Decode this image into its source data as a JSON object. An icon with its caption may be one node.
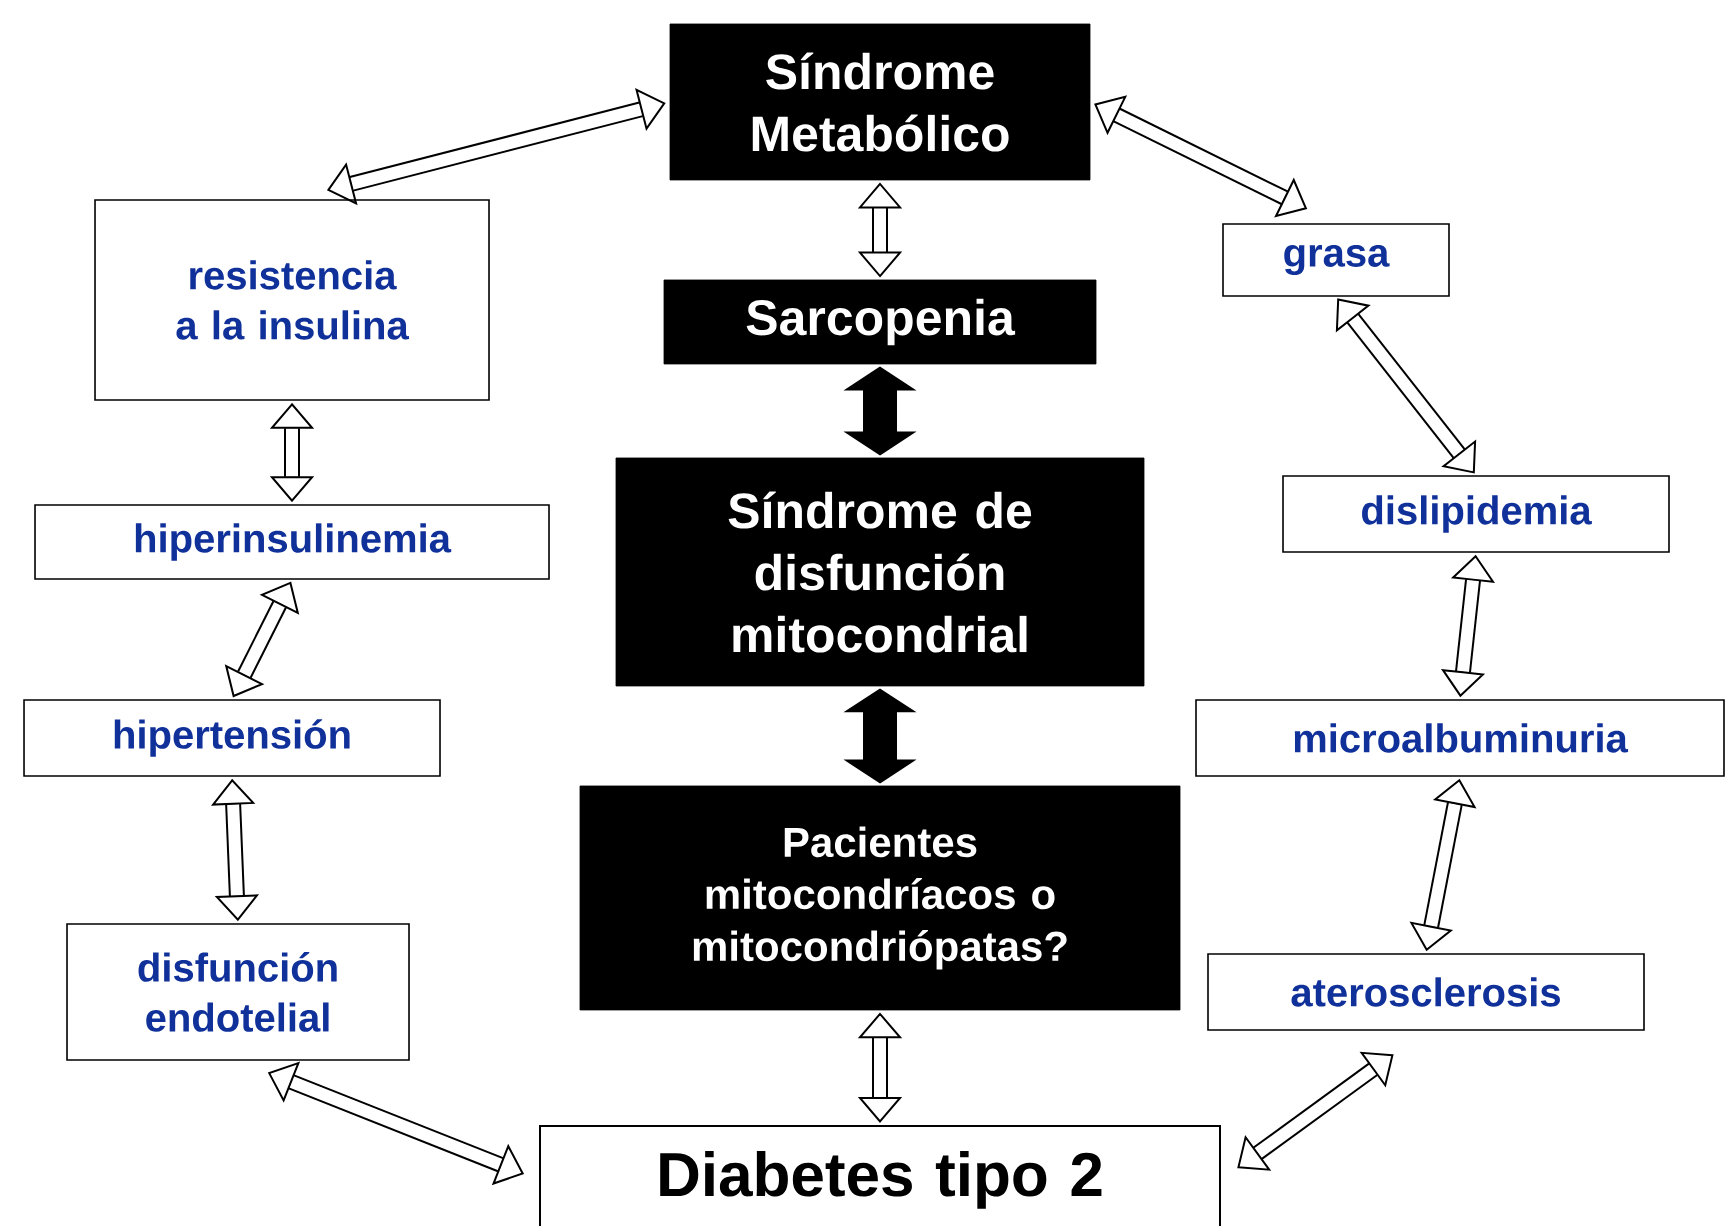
{
  "diagram": {
    "nodes": [
      {
        "text": [
          "Síndrome Metabólico"
        ]
      },
      {
        "text": [
          "resistencia a la insulina"
        ]
      },
      {
        "text": [
          "grasa"
        ]
      },
      {
        "text": [
          "Sarcopenia"
        ]
      },
      {
        "text": [
          "dislipidemia"
        ]
      },
      {
        "text": [
          "hiperinsulinemia"
        ]
      },
      {
        "text": [
          "Síndrome de disfunción mitocondrial"
        ]
      },
      {
        "text": [
          "hipertensión"
        ]
      },
      {
        "text": [
          "microalbuminuria"
        ]
      },
      {
        "text": [
          "Pacientes mitocondríacos o mitocondriópatas?"
        ]
      },
      {
        "text": [
          "disfunción endotelial"
        ]
      },
      {
        "text": [
          "aterosclerosis"
        ]
      },
      {
        "text": [
          "Diabetes tipo 2"
        ]
      }
    ],
    "edges": [
      {
        "from": 0,
        "to": 1,
        "arrow": "both"
      },
      {
        "from": 0,
        "to": 2,
        "arrow": "both"
      },
      {
        "from": 0,
        "to": 3,
        "arrow": "both"
      },
      {
        "from": 3,
        "to": 6,
        "arrow": "both",
        "style": "thick"
      },
      {
        "from": 6,
        "to": 9,
        "arrow": "both",
        "style": "thick"
      },
      {
        "from": 9,
        "to": 12,
        "arrow": "both"
      },
      {
        "from": 1,
        "to": 5,
        "arrow": "both"
      },
      {
        "from": 5,
        "to": 7,
        "arrow": "both"
      },
      {
        "from": 7,
        "to": 10,
        "arrow": "both"
      },
      {
        "from": 10,
        "to": 12,
        "arrow": "both"
      },
      {
        "from": 2,
        "to": 4,
        "arrow": "both"
      },
      {
        "from": 4,
        "to": 8,
        "arrow": "both"
      },
      {
        "from": 8,
        "to": 11,
        "arrow": "both"
      },
      {
        "from": 11,
        "to": 12,
        "arrow": "both"
      }
    ]
  }
}
